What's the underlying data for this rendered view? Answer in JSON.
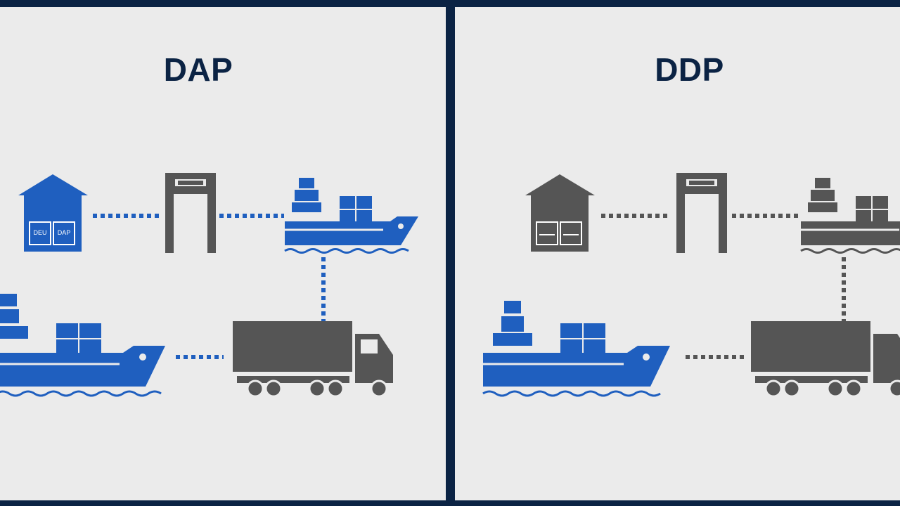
{
  "panels": [
    {
      "id": "dap",
      "title": "DAP",
      "icon_color": "#1f5fbf",
      "dock_color": "#1f5fbf",
      "warehouse_labels": [
        "DEU",
        "DAP"
      ]
    },
    {
      "id": "ddp",
      "title": "DDP",
      "icon_color": "#555555",
      "dock_color": "#1f5fbf",
      "warehouse_labels": [
        "",
        ""
      ]
    }
  ],
  "colors": {
    "background": "#ebebeb",
    "border": "#0b2344",
    "title": "#0b2344",
    "gate": "#555555",
    "truck": "#555555",
    "connector_blue": "#1f5fbf",
    "connector_gray": "#555555"
  },
  "icons": [
    "warehouse-icon",
    "customs-gate-icon",
    "cargo-ship-icon",
    "truck-icon"
  ]
}
